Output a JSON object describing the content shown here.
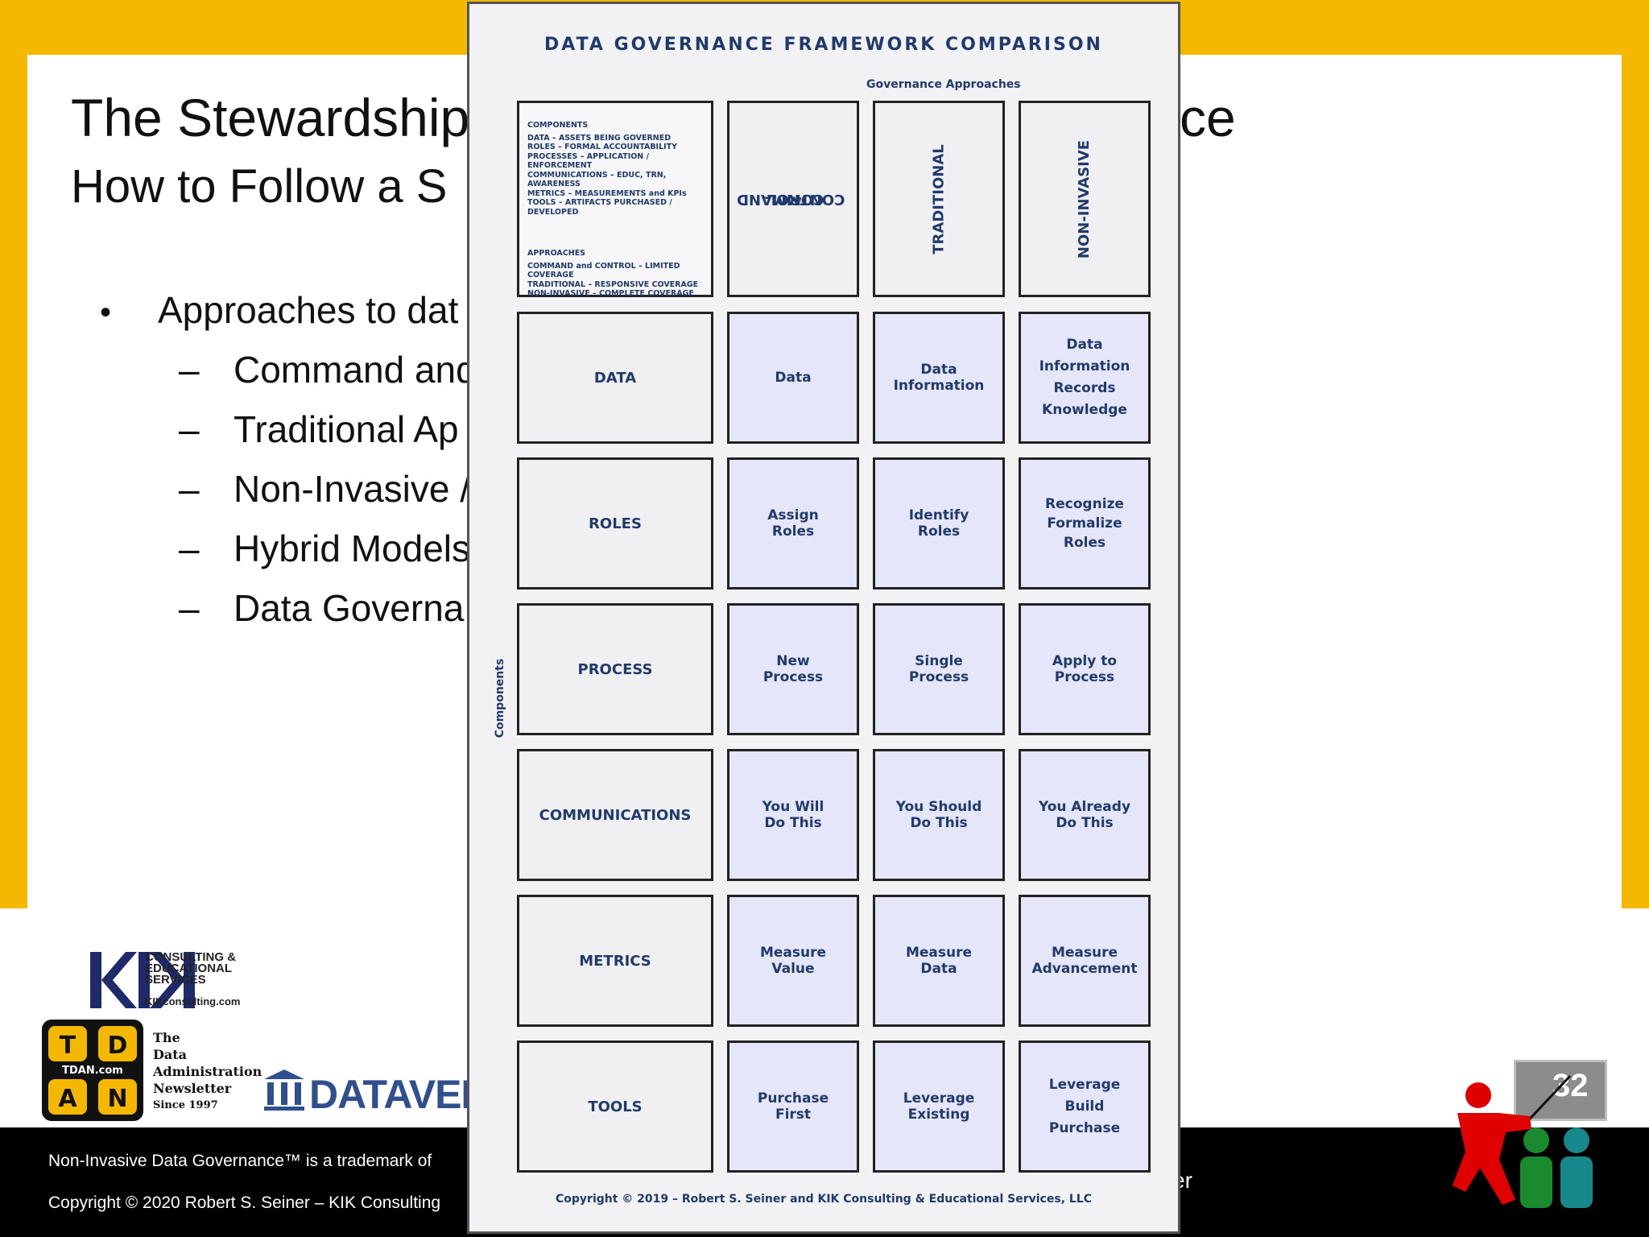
{
  "slide": {
    "title": "The Stewardship",
    "title_tail": "ce",
    "subtitle": "How to Follow a S",
    "bullet": "Approaches to dat",
    "sub_items": [
      "Command and",
      "Traditional Ap",
      "Non-Invasive /",
      "Hybrid Models",
      "Data Governa"
    ],
    "bullet_glyph": "•",
    "dash_glyph": "–",
    "page_number": "32"
  },
  "logos": {
    "kik_lines": [
      "CONSULTING &",
      "EDUCATIONAL",
      "SERVICES"
    ],
    "kik_url": "KIKconsulting.com",
    "tdan_letters": [
      "T",
      "D",
      "A",
      "N"
    ],
    "tdan_com": "TDAN.com",
    "tdan_lines": [
      "The",
      "Data",
      "Administration",
      "Newsletter"
    ],
    "tdan_since": "Since 1997",
    "dataversity": "DATAVERS"
  },
  "footer": {
    "line1": "Non-Invasive Data Governance™ is a trademark of",
    "line2": "Copyright © 2020 Robert S. Seiner – KIK Consulting",
    "tail": "er"
  },
  "doc": {
    "title": "DATA GOVERNANCE FRAMEWORK COMPARISON",
    "approaches_label": "Governance Approaches",
    "components_label": "Components",
    "copyright": "Copyright © 2019 – Robert S. Seiner and KIK Consulting & Educational Services, LLC",
    "legend": {
      "components_heading": "COMPONENTS",
      "components": [
        "DATA – ASSETS BEING GOVERNED",
        "ROLES – FORMAL ACCOUNTABILITY",
        "PROCESSES – APPLICATION / ENFORCEMENT",
        "COMMUNICATIONS – EDUC, TRN, AWARENESS",
        "METRICS – MEASUREMENTS and KPIs",
        "TOOLS – ARTIFACTS PURCHASED / DEVELOPED"
      ],
      "approaches_heading": "APPROACHES",
      "approaches": [
        "COMMAND and CONTROL – LIMITED COVERAGE",
        "TRADITIONAL – RESPONSIVE COVERAGE",
        "NON-INVASIVE – COMPLETE COVERAGE"
      ]
    },
    "columns": {
      "command": {
        "a": "COMMAND ",
        "b": "and",
        "c": " CONTROL"
      },
      "traditional": "TRADITIONAL",
      "noninvasive": "NON-INVASIVE"
    },
    "rows": [
      {
        "head": "DATA",
        "cells": [
          "Data",
          "Data\nInformation",
          "Data\nInformation\nRecords\nKnowledge"
        ]
      },
      {
        "head": "ROLES",
        "cells": [
          "Assign\nRoles",
          "Identify\nRoles",
          "Recognize\nFormalize\nRoles"
        ]
      },
      {
        "head": "PROCESS",
        "cells": [
          "New\nProcess",
          "Single\nProcess",
          "Apply to\nProcess"
        ]
      },
      {
        "head": "COMMUNICATIONS",
        "cells": [
          "You Will\nDo This",
          "You Should\nDo This",
          "You Already\nDo This"
        ]
      },
      {
        "head": "METRICS",
        "cells": [
          "Measure\nValue",
          "Measure\nData",
          "Measure\nAdvancement"
        ]
      },
      {
        "head": "TOOLS",
        "cells": [
          "Purchase\nFirst",
          "Leverage\nExisting",
          "Leverage\nBuild\nPurchase"
        ]
      }
    ]
  },
  "colors": {
    "accent_yellow": "#F5B800",
    "doc_navy": "#1F3A6B",
    "cell_lavender": "#E6E6FA"
  }
}
